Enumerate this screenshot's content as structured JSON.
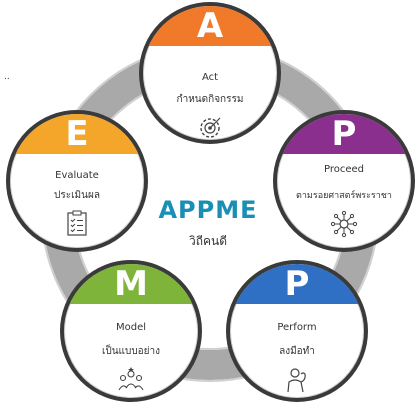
{
  "center": {
    "title": "APPME",
    "subtitle": "วิถีคนดี"
  },
  "ellipsis": "..",
  "nodes": [
    {
      "letter": "A",
      "label_en": "Act",
      "label_th": "กำหนดกิจกรรม",
      "color": "#f07a2a",
      "icon": "gear-target-icon"
    },
    {
      "letter": "P",
      "label_en": "Proceed",
      "label_th": "ตามรอยศาสตร์พระราชา",
      "color": "#8a2f8e",
      "icon": "network-icon"
    },
    {
      "letter": "P",
      "label_en": "Perform",
      "label_th": "ลงมือทำ",
      "color": "#2f6fc4",
      "icon": "strong-person-icon"
    },
    {
      "letter": "M",
      "label_en": "Model",
      "label_th": "เป็นแบบอย่าง",
      "color": "#7fb43a",
      "icon": "group-star-icon"
    },
    {
      "letter": "E",
      "label_en": "Evaluate",
      "label_th": "ประเมินผล",
      "color": "#f4a62a",
      "icon": "checklist-icon"
    }
  ],
  "colors": {
    "ring": "#a9a9a9",
    "border": "#3a3a3a",
    "center_title": "#1a8fb5"
  }
}
